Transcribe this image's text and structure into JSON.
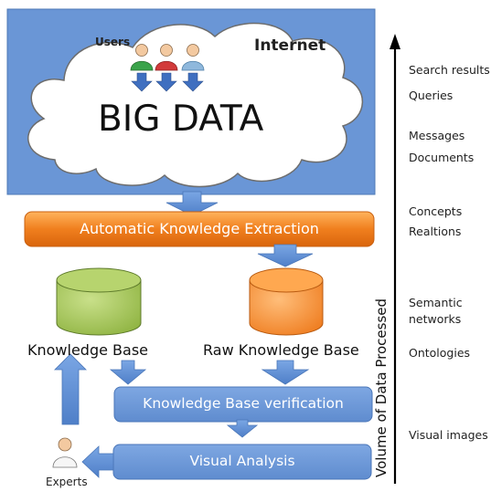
{
  "cloud": {
    "users_label": "Users",
    "internet_label": "Internet",
    "big_data_label": "BIG DATA"
  },
  "process": {
    "extraction_label": "Automatic Knowledge Extraction",
    "verification_label": "Knowledge Base verification",
    "visual_analysis_label": "Visual Analysis"
  },
  "databases": {
    "knowledge_base_label": "Knowledge Base",
    "raw_knowledge_base_label": "Raw Knowledge Base"
  },
  "experts_label": "Experts",
  "axis": {
    "label": "Volume of Data Processed",
    "items": [
      "Search results",
      "Queries",
      "Messages",
      "Documents",
      "Concepts",
      "Realtions",
      "Semantic",
      "networks",
      "Ontologies",
      "Visual images"
    ]
  },
  "colors": {
    "blue": "#6a96d6",
    "orange": "#f08020",
    "green": "#9cc24a"
  }
}
